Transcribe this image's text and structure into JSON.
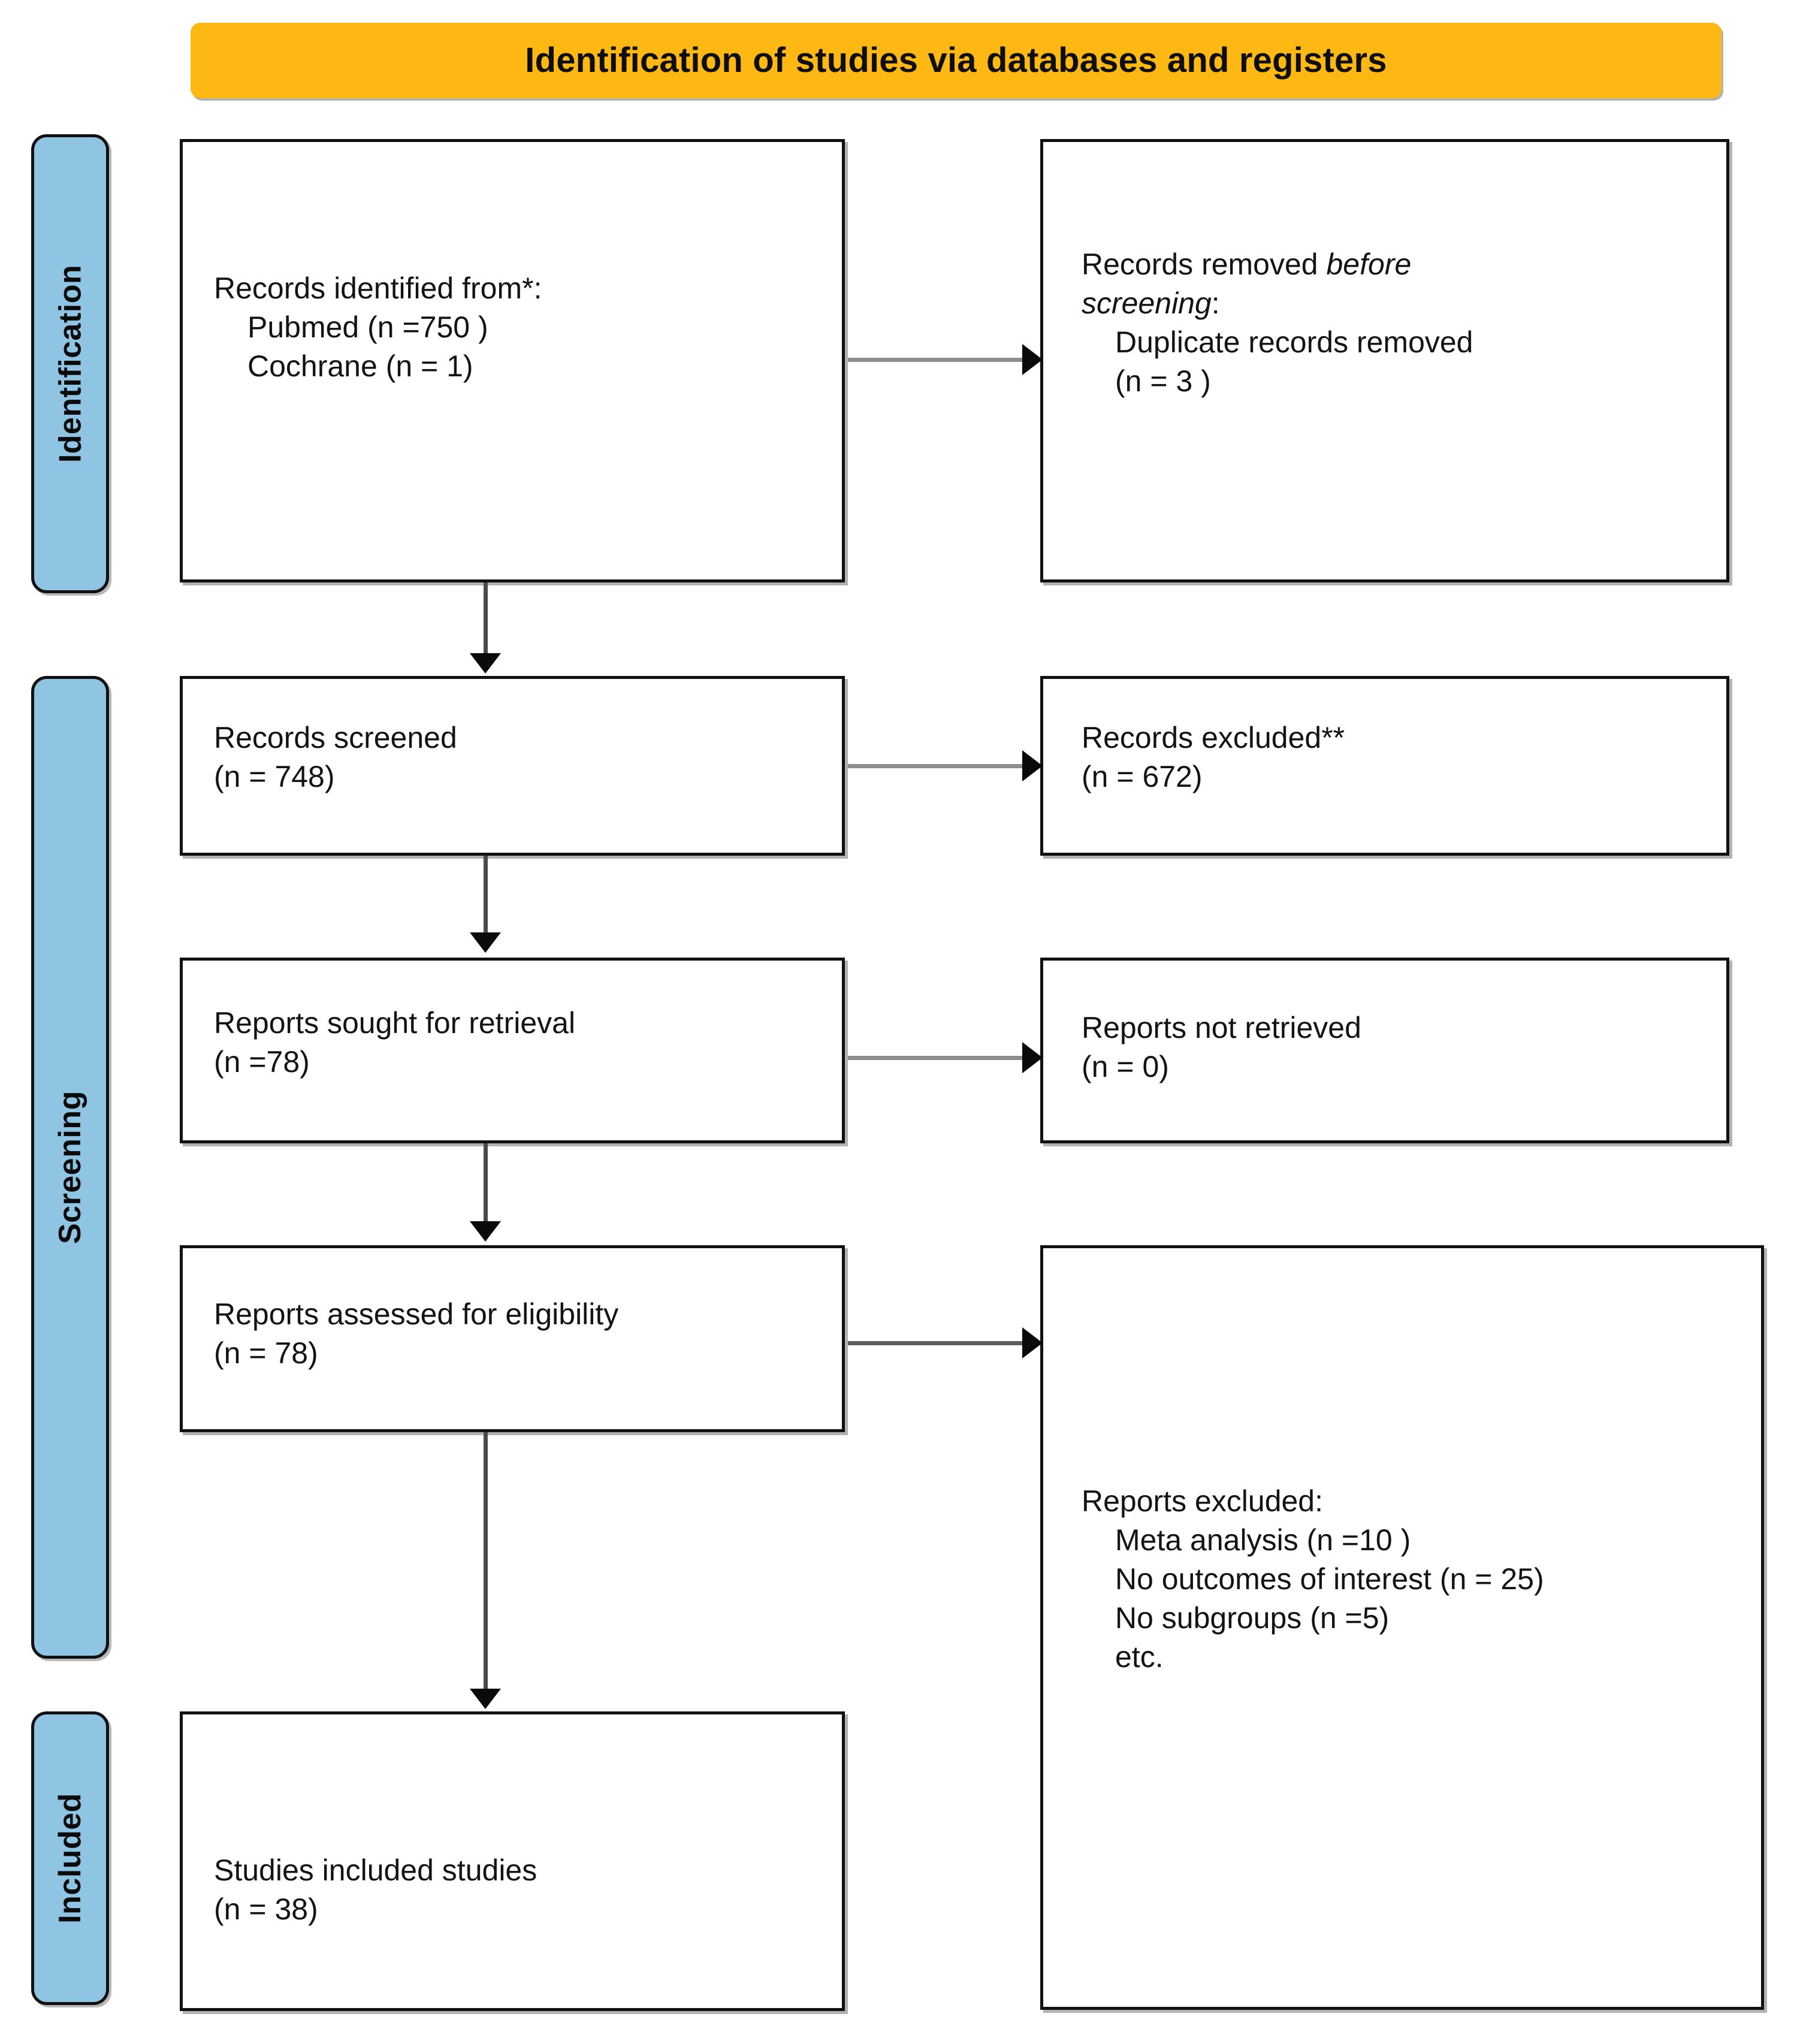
{
  "header": {
    "title": "Identification of studies via databases and registers",
    "banner_color": "#FDB813"
  },
  "stages": {
    "identification": "Identification",
    "screening": "Screening",
    "included": "Included",
    "color": "#8FC4E3"
  },
  "boxes": {
    "identified": {
      "line1": "Records identified from*:",
      "line2": "Pubmed (n =750 )",
      "line3": "Cochrane (n = 1)"
    },
    "removed": {
      "line1a": "Records removed ",
      "line1b": "before",
      "line2a": "screening",
      "line2b": ":",
      "line3": "Duplicate records removed",
      "line4": "(n = 3 )"
    },
    "screened": {
      "line1": "Records screened",
      "line2": "(n = 748)"
    },
    "excluded": {
      "line1": "Records excluded**",
      "line2": "(n = 672)"
    },
    "sought": {
      "line1": "Reports sought for retrieval",
      "line2": "(n =78)"
    },
    "not_retrieved": {
      "line1": "Reports not retrieved",
      "line2": "(n = 0)"
    },
    "assessed": {
      "line1": "Reports assessed for eligibility",
      "line2": "(n = 78)"
    },
    "reports_excluded": {
      "line1": "Reports excluded:",
      "line2": "Meta analysis (n =10 )",
      "line3": "No outcomes of interest (n = 25)",
      "line4": "No subgroups  (n =5)",
      "line5": "etc."
    },
    "included": {
      "line1": "Studies included studies",
      "line2": "(n = 38)"
    }
  },
  "chart_data": {
    "type": "diagram",
    "title": "Identification of studies via databases and registers",
    "nodes": [
      {
        "id": "identified",
        "stage": "Identification",
        "column": "left",
        "label": "Records identified from*",
        "items": [
          {
            "source": "Pubmed",
            "n": 750
          },
          {
            "source": "Cochrane",
            "n": 1
          }
        ]
      },
      {
        "id": "removed",
        "stage": "Identification",
        "column": "right",
        "label": "Records removed before screening",
        "items": [
          {
            "source": "Duplicate records removed",
            "n": 3
          }
        ]
      },
      {
        "id": "screened",
        "stage": "Screening",
        "column": "left",
        "label": "Records screened",
        "n": 748
      },
      {
        "id": "excluded",
        "stage": "Screening",
        "column": "right",
        "label": "Records excluded**",
        "n": 672
      },
      {
        "id": "sought",
        "stage": "Screening",
        "column": "left",
        "label": "Reports sought for retrieval",
        "n": 78
      },
      {
        "id": "not_retrieved",
        "stage": "Screening",
        "column": "right",
        "label": "Reports not retrieved",
        "n": 0
      },
      {
        "id": "assessed",
        "stage": "Screening",
        "column": "left",
        "label": "Reports assessed for eligibility",
        "n": 78
      },
      {
        "id": "reports_excluded",
        "stage": "Screening",
        "column": "right",
        "label": "Reports excluded",
        "items": [
          {
            "reason": "Meta analysis",
            "n": 10
          },
          {
            "reason": "No outcomes of interest",
            "n": 25
          },
          {
            "reason": "No subgroups",
            "n": 5
          },
          {
            "reason": "etc.",
            "n": null
          }
        ]
      },
      {
        "id": "included",
        "stage": "Included",
        "column": "left",
        "label": "Studies included studies",
        "n": 38
      }
    ],
    "edges": [
      {
        "from": "identified",
        "to": "removed",
        "direction": "right"
      },
      {
        "from": "identified",
        "to": "screened",
        "direction": "down"
      },
      {
        "from": "screened",
        "to": "excluded",
        "direction": "right"
      },
      {
        "from": "screened",
        "to": "sought",
        "direction": "down"
      },
      {
        "from": "sought",
        "to": "not_retrieved",
        "direction": "right"
      },
      {
        "from": "sought",
        "to": "assessed",
        "direction": "down"
      },
      {
        "from": "assessed",
        "to": "reports_excluded",
        "direction": "right"
      },
      {
        "from": "assessed",
        "to": "included",
        "direction": "down"
      }
    ]
  }
}
